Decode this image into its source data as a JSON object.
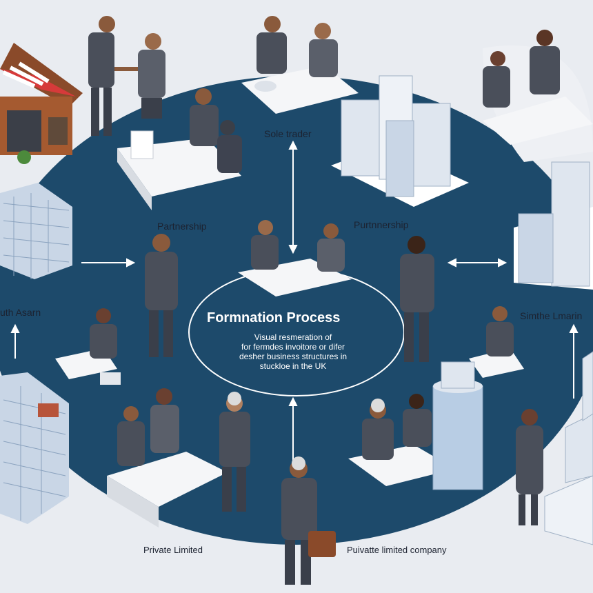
{
  "center": {
    "title": "Formnation Process",
    "caption_lines": [
      "Visual resmeration of",
      "for fermdes invoitore or difer",
      "desher business structures in",
      "stuckloe in the UK"
    ]
  },
  "labels": {
    "sole_trader": "Sole trader",
    "partnership_left": "Partnership",
    "partnership_right": "Purtnnership",
    "south_asian": "uth Asarn",
    "similar_limited": "Simthe Lmarin",
    "private_limited": "Private Limited",
    "private_limited_company": "Puivatte limited company"
  },
  "colors": {
    "background": "#e9ecf1",
    "navy": "#1d4a6b",
    "ellipse_border": "#ffffff",
    "suit": "#4a4f5a",
    "skin": "#8a5a3c",
    "paper": "#f5f6f8",
    "building_glass": "#b8cde4",
    "awning_red": "#d63a3a"
  }
}
